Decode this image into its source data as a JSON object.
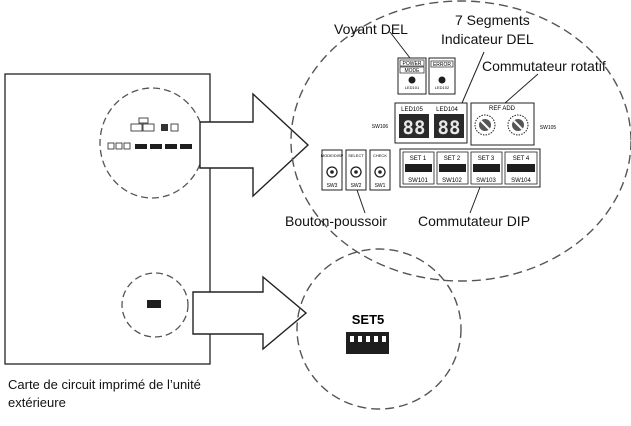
{
  "labels": {
    "voyant_del": "Voyant DEL",
    "seven_seg_line1": "7 Segments",
    "seven_seg_line2": "Indicateur DEL",
    "commutateur_rotatif": "Commutateur rotatif",
    "bouton_poussoir": "Bouton-poussoir",
    "commutateur_dip": "Commutateur DIP",
    "set5": "SET5",
    "caption_line1": "Carte de circuit imprimé de l’unité",
    "caption_line2": "extérieure"
  },
  "board": {
    "led_labels": [
      "POWER",
      "MODE",
      "ERROR"
    ],
    "led_sublabels": [
      "LED101",
      "LED102"
    ],
    "seg_display_labels": [
      "LED105",
      "LED104"
    ],
    "seg_digits": [
      "88",
      "88"
    ],
    "rotary_header": "REF ADD",
    "rotary_side_label": "SW105",
    "seg_side_label": "SW106",
    "buttons": [
      {
        "top": "MODE/DISP",
        "bottom": "SW3"
      },
      {
        "top": "SELECT",
        "bottom": "SW2"
      },
      {
        "top": "CHECK",
        "bottom": "SW1"
      }
    ],
    "dip_switches": [
      {
        "top": "SET 1",
        "bottom": "SW101"
      },
      {
        "top": "SET 2",
        "bottom": "SW102"
      },
      {
        "top": "SET 3",
        "bottom": "SW103"
      },
      {
        "top": "SET 4",
        "bottom": "SW104"
      }
    ]
  },
  "colors": {
    "line": "#222222",
    "dashed": "#555555",
    "segment_bg": "#2a2a2a",
    "component_fill": "#1e1e1e"
  }
}
